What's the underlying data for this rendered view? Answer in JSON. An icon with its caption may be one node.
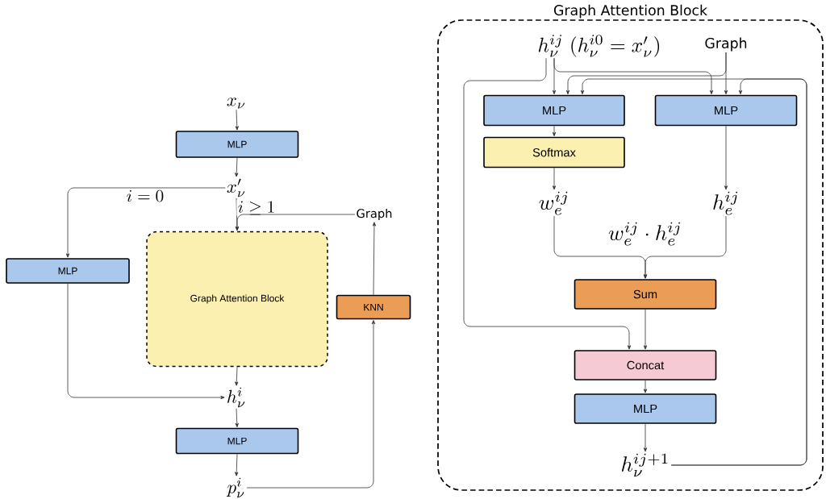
{
  "diagram": {
    "nodes": [
      {
        "text": [
          "x_{\\nu}"
        ]
      },
      {
        "text": [
          "MLP"
        ]
      },
      {
        "text": [
          "x'_{\\nu}"
        ]
      },
      {
        "text": [
          "MLP"
        ]
      },
      {
        "text": [
          "Graph Attention Block"
        ]
      },
      {
        "text": [
          "Graph"
        ]
      },
      {
        "text": [
          "KNN"
        ]
      },
      {
        "text": [
          "h_{\\nu}^{i}"
        ]
      },
      {
        "text": [
          "MLP"
        ]
      },
      {
        "text": [
          "p_{\\nu}^{i}"
        ]
      },
      {
        "text": [
          "Graph Attention Block"
        ]
      },
      {
        "text": [
          "h_{\\nu}^{ij}\\ (h_{\\nu}^{i0} = x'_{\\nu})"
        ],
        "in": 10
      },
      {
        "text": [
          "Graph"
        ],
        "in": 10
      },
      {
        "text": [
          "MLP"
        ],
        "in": 10
      },
      {
        "text": [
          "MLP"
        ],
        "in": 10
      },
      {
        "text": [
          "Softmax"
        ],
        "in": 10
      },
      {
        "text": [
          "w_{e}^{ij}"
        ],
        "in": 10
      },
      {
        "text": [
          "h_{e}^{ij}"
        ],
        "in": 10
      },
      {
        "text": [
          "Sum"
        ],
        "in": 10
      },
      {
        "text": [
          "Concat"
        ],
        "in": 10
      },
      {
        "text": [
          "MLP"
        ],
        "in": 10
      },
      {
        "text": [
          "h_{\\nu}^{ij+1}"
        ],
        "in": 10
      }
    ],
    "edges": [
      {
        "from": 0,
        "to": 1,
        "arrow": "to"
      },
      {
        "from": 1,
        "to": 2,
        "arrow": "to"
      },
      {
        "from": 2,
        "to": 3,
        "arrow": "to",
        "label": "i = 0"
      },
      {
        "from": 2,
        "to": 4,
        "arrow": "to",
        "label": "i \\geq 1"
      },
      {
        "from": 5,
        "to": 4,
        "arrow": "to"
      },
      {
        "from": 3,
        "to": 7,
        "arrow": "to"
      },
      {
        "from": 4,
        "to": 7,
        "arrow": "to"
      },
      {
        "from": 7,
        "to": 8,
        "arrow": "to"
      },
      {
        "from": 8,
        "to": 9,
        "arrow": "to"
      },
      {
        "from": 9,
        "to": 6,
        "arrow": "to"
      },
      {
        "from": 6,
        "to": 5,
        "arrow": "to"
      },
      {
        "from": 11,
        "to": 13,
        "arrow": "to"
      },
      {
        "from": 11,
        "to": 14,
        "arrow": "to"
      },
      {
        "from": 12,
        "to": 13,
        "arrow": "to"
      },
      {
        "from": 12,
        "to": 14,
        "arrow": "to"
      },
      {
        "from": 21,
        "to": 13,
        "arrow": "to"
      },
      {
        "from": 21,
        "to": 14,
        "arrow": "to"
      },
      {
        "from": 11,
        "to": 19,
        "arrow": "to"
      },
      {
        "from": 13,
        "to": 15,
        "arrow": "to"
      },
      {
        "from": 15,
        "to": 16,
        "arrow": "to"
      },
      {
        "from": 14,
        "to": 17,
        "arrow": "to"
      },
      {
        "from": 16,
        "to": 18,
        "arrow": "to"
      },
      {
        "from": 17,
        "to": 18,
        "arrow": "to"
      },
      {
        "from": 18,
        "to": 19,
        "arrow": "to"
      },
      {
        "from": 19,
        "to": 20,
        "arrow": "to"
      },
      {
        "from": 20,
        "to": 21,
        "arrow": "to"
      }
    ],
    "labels": [
      "w_{e}^{ij} \\cdot h_{e}^{ij}"
    ]
  }
}
